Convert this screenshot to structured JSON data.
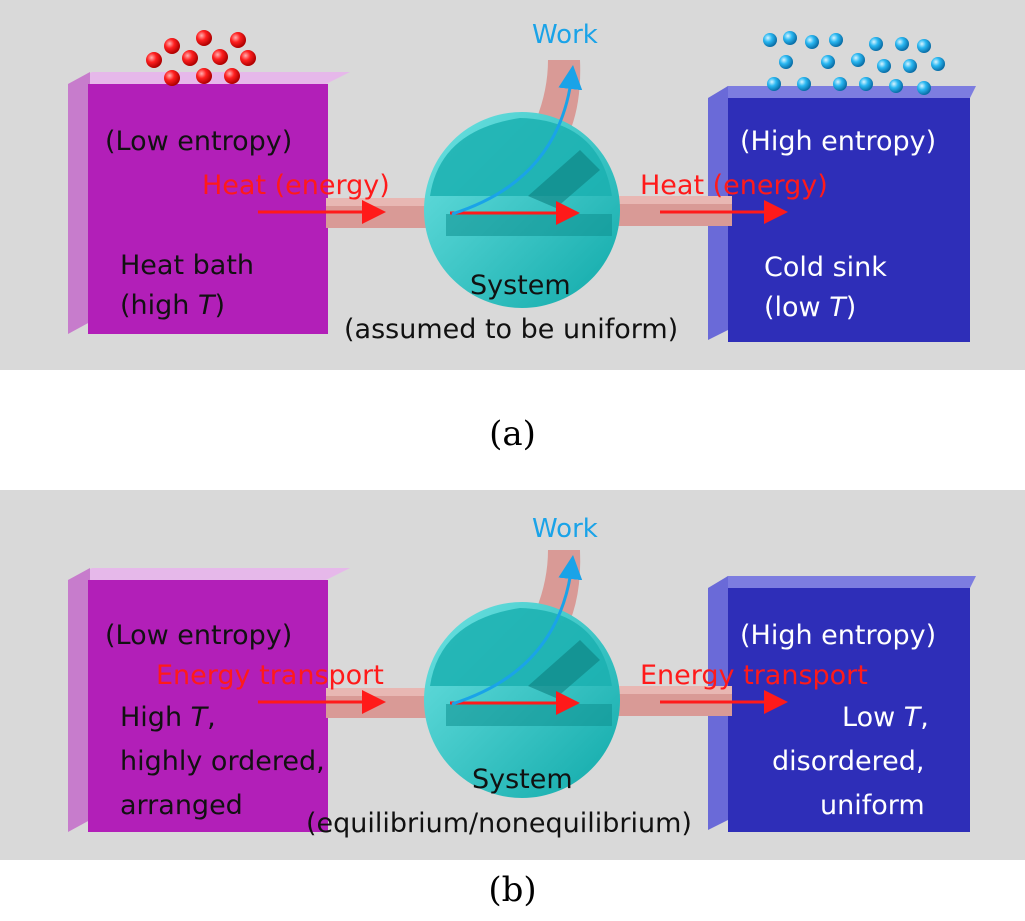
{
  "panel_a": {
    "caption": "(a)",
    "work": "Work",
    "left_entropy": "(Low entropy)",
    "right_entropy": "(High entropy)",
    "left_flow": "Heat (energy)",
    "right_flow": "Heat (energy)",
    "left_desc_1": "Heat bath",
    "left_desc_2_pre": "(high ",
    "left_desc_2_var": "T",
    "left_desc_2_post": ")",
    "right_desc_1": "Cold sink",
    "right_desc_2_pre": "(low ",
    "right_desc_2_var": "T",
    "right_desc_2_post": ")",
    "system_1": "System",
    "system_2": "(assumed to be uniform)"
  },
  "panel_b": {
    "caption": "(b)",
    "work": "Work",
    "left_entropy": "(Low entropy)",
    "right_entropy": "(High entropy)",
    "left_flow": "Energy transport",
    "right_flow": "Energy transport",
    "left_desc_1_pre": "High ",
    "left_desc_1_var": "T",
    "left_desc_1_post": ",",
    "left_desc_2": "highly ordered,",
    "left_desc_3": "arranged",
    "right_desc_1_pre": "Low ",
    "right_desc_1_var": "T",
    "right_desc_1_post": ",",
    "right_desc_2": "disordered,",
    "right_desc_3": "uniform",
    "system_1": "System",
    "system_2": "(equilibrium/nonequilibrium)"
  },
  "colors": {
    "background": "#d9d9d9",
    "hot_box": "#b21fb8",
    "cold_box": "#2e2eb8",
    "system": "#19c4c4",
    "pipe": "#d99a96",
    "heat_arrow": "#ff1a1a",
    "work_arrow": "#1aa3e8",
    "hot_particle": "#ff1a1a",
    "cold_particle": "#29b6f0"
  }
}
